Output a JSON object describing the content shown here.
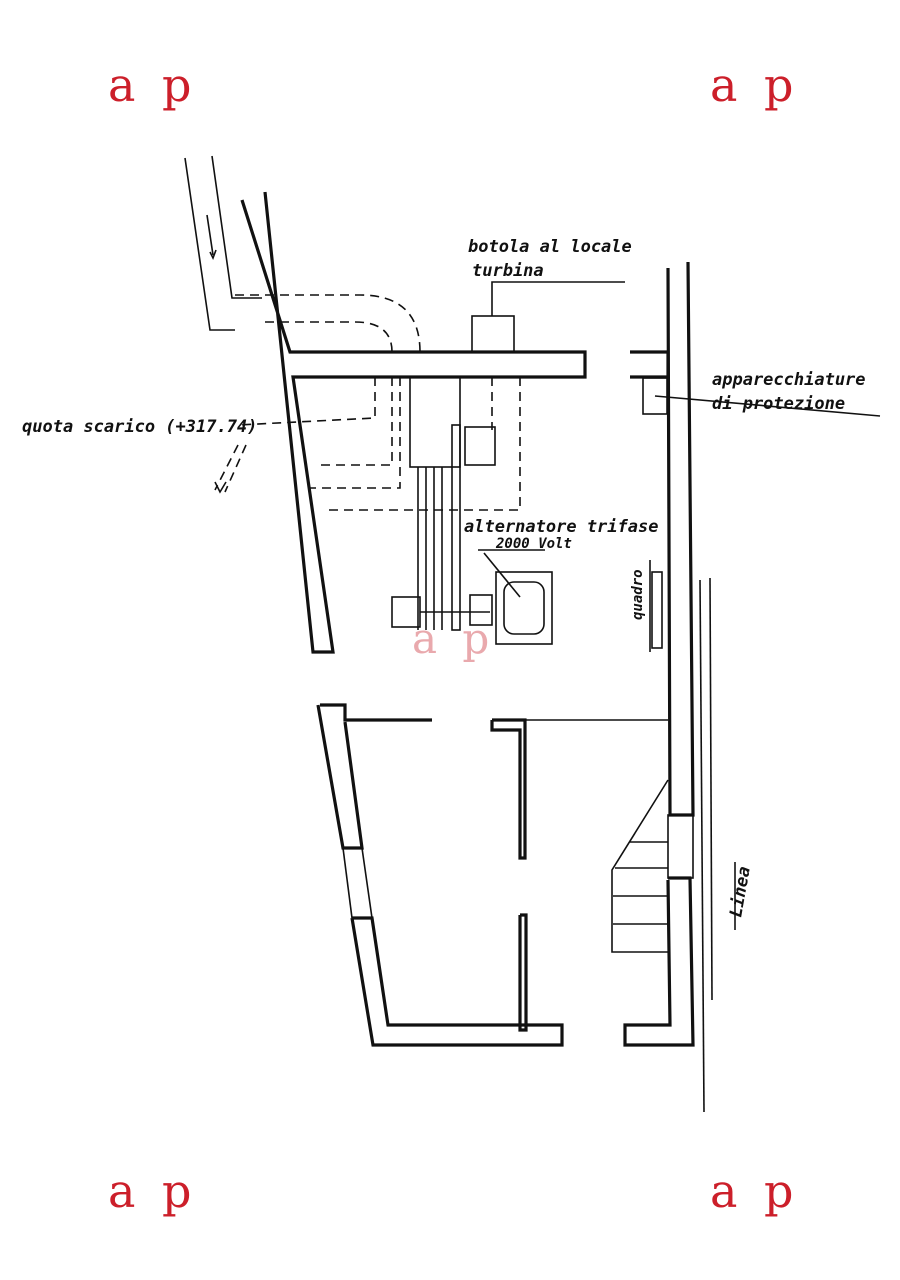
{
  "watermark": {
    "text": "a p"
  },
  "labels": {
    "trapdoor_line1": "botola al locale",
    "trapdoor_line2": "turbina",
    "protection_line1": "apparecchiature",
    "protection_line2": "di protezione",
    "discharge": "quota scarico (+317.74)",
    "alternator_line1": "alternatore trifase",
    "alternator_line2": "2000 Volt",
    "panel": "quadro",
    "line": "Linea"
  }
}
